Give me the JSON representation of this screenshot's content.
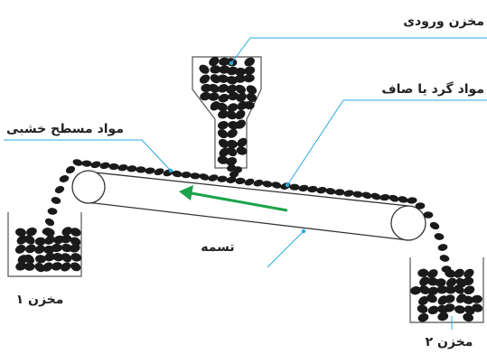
{
  "labels": {
    "input_hopper": "مخزن ورودی",
    "round_material": "مواد گرد یا صاف",
    "rough_flat_material": "مواد مسطح خشبی",
    "belt": "تسمه",
    "hopper_1": "مخزن ۱",
    "hopper_2": "مخزن ۲"
  },
  "colors": {
    "particle": "#1a1a1a",
    "leader_line": "#29a9df",
    "direction_arrow": "#1aa34a",
    "outline": "#333333"
  },
  "icons": {
    "direction_arrow": "arrow-left-icon"
  }
}
